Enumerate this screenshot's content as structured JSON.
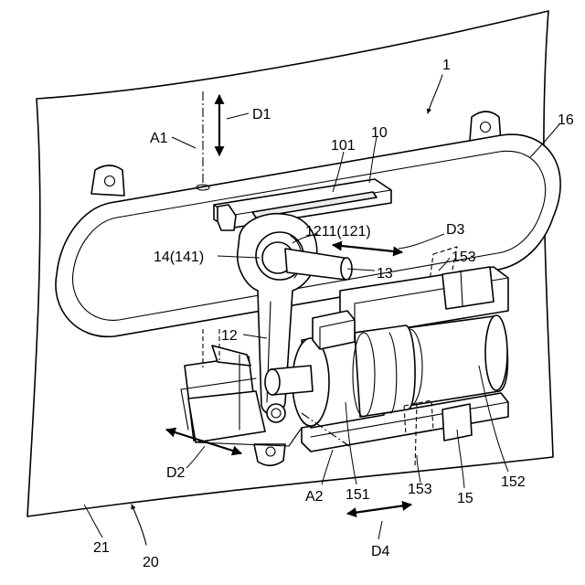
{
  "labels": {
    "l1": "1",
    "l16": "16",
    "l10": "10",
    "l101": "101",
    "lD1": "D1",
    "lA1": "A1",
    "l1211": "1211(121)",
    "lD3": "D3",
    "l14": "14(141)",
    "l13": "13",
    "l153a": "153",
    "l12": "12",
    "lD2": "D2",
    "lA2": "A2",
    "l151": "151",
    "l153b": "153",
    "l15": "15",
    "l152": "152",
    "l21": "21",
    "l20": "20",
    "lD4": "D4"
  }
}
